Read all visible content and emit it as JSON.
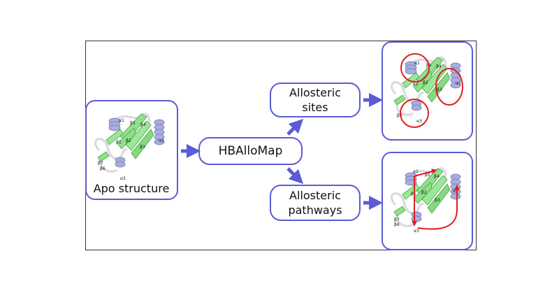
{
  "nodes": {
    "apo": {
      "label": "Apo structure"
    },
    "hballomap": {
      "label": "HBAlloMap"
    },
    "sites": {
      "label_line1": "Allosteric",
      "label_line2": "sites"
    },
    "pathways": {
      "label_line1": "Allosteric",
      "label_line2": "pathways"
    }
  },
  "structure_labels": {
    "apo": [
      "α1",
      "β5",
      "β4",
      "β1",
      "β2",
      "β3",
      "α2",
      "β7",
      "β6",
      "α3"
    ],
    "sites": [
      "α1",
      "β5",
      "β4",
      "β1",
      "β2",
      "β3",
      "α2",
      "β6",
      "α3"
    ],
    "pathways": [
      "α1",
      "β5",
      "β4",
      "β1",
      "β2",
      "β3",
      "α2",
      "β7",
      "β6",
      "α3"
    ]
  },
  "colors": {
    "box_border": "#5b5bd6",
    "arrow": "#5b5bd6",
    "highlight": "#e01f1f",
    "helix": "#a9aedb",
    "sheet": "#8fe08a"
  }
}
